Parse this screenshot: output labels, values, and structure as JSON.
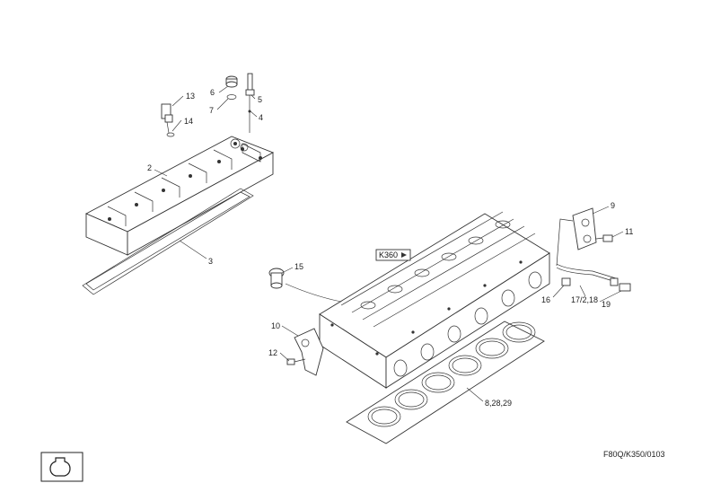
{
  "callouts": {
    "c13": "13",
    "c6": "6",
    "c5": "5",
    "c7": "7",
    "c4": "4",
    "c14": "14",
    "c2": "2",
    "c3": "3",
    "c15": "15",
    "c9": "9",
    "c11": "11",
    "c16": "16",
    "c17": "17/2,18",
    "c19": "19",
    "c10": "10",
    "c12": "12",
    "c8": "8,28,29"
  },
  "ref_box_label": "K360",
  "drawing_code": "F80Q/K350/0103",
  "nav_icon": "engine-block-outline-icon",
  "colors": {
    "line": "#333333",
    "background": "#ffffff"
  }
}
